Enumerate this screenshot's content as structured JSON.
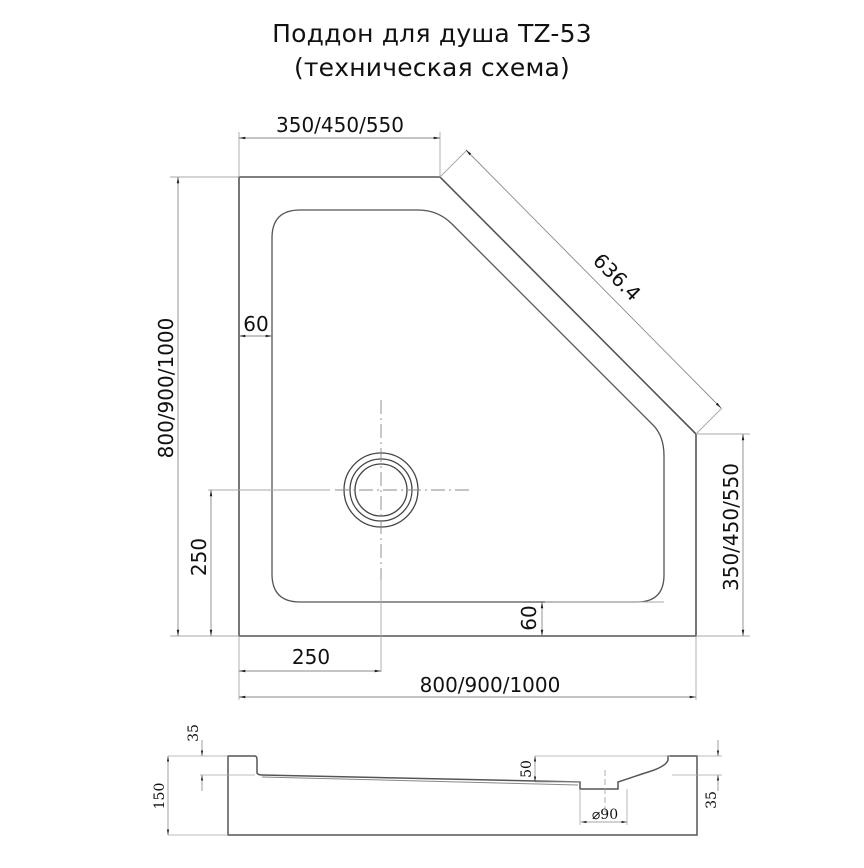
{
  "title": {
    "line1": "Поддон для душа TZ-53",
    "line2": "(техническая схема)"
  },
  "plan_view": {
    "top_width": "350/450/550",
    "diagonal": "636.4",
    "left_height": "800/900/1000",
    "right_height": "350/450/550",
    "bottom_width": "800/900/1000",
    "rim_left": "60",
    "rim_bottom": "60",
    "drain_offset_x": "250",
    "drain_offset_y": "250"
  },
  "section_view": {
    "total_height": "150",
    "rim_height_left": "35",
    "rim_height_right": "35",
    "drain_depth": "50",
    "drain_diameter": "⌀90"
  },
  "colors": {
    "outline": "#555555",
    "dim_line": "#9a9a9a",
    "text": "#111111"
  }
}
